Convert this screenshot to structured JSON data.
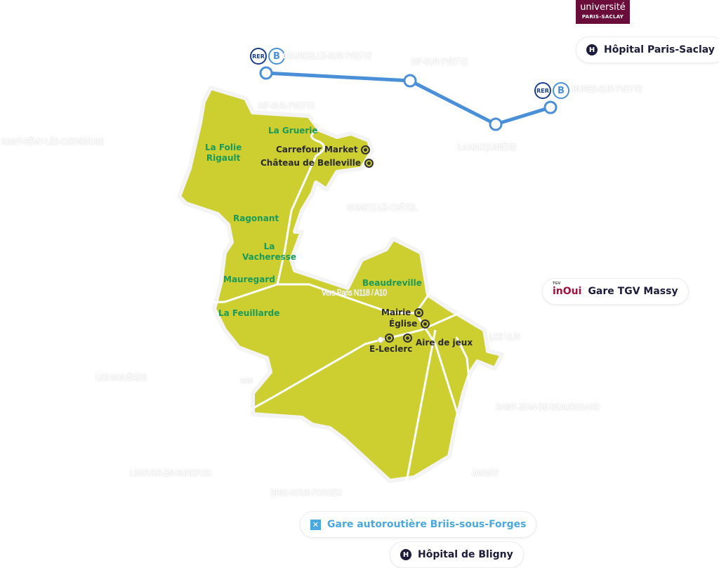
{
  "logo": {
    "line1": "université",
    "line2": "PARIS-SACLAY"
  },
  "rer": {
    "line_badge": "RER",
    "line_letter": "B",
    "color": "#4a90d9"
  },
  "towns": {
    "courcelle": "COURCELLE-SUR-YVETTE",
    "gif_station": "GIF-SUR-YVETTE",
    "bures": "BURES-SUR-YVETTE",
    "hacquiniere": "LA HACQUINIÈRE",
    "gif": "GIF-SUR-YVETTE",
    "saint_remy": "SAINT-RÉMY-LÈS-CHEVREUSE",
    "gometz": "GOMETZ-LE-CHÂTEL",
    "vers_paris": "Vers Paris N118 / A10",
    "les_ulis": "LES ULIS",
    "les_molieres": "LES MOLIÈRES",
    "d988": "D988",
    "saint_jean": "SAINT-JEAN-DE-BEAUREGARD",
    "limours": "LIMOURS-EN-HUREPOIX",
    "janvry": "JANVRY",
    "briis": "BRIIS-SOUS-FORGES"
  },
  "areas": {
    "gruerie": "La Gruerie",
    "folie1": "La Folie",
    "folie2": "Rigault",
    "ragonant": "Ragonant",
    "vacheresse1": "La",
    "vacheresse2": "Vacheresse",
    "mauregard": "Mauregard",
    "feuillarde": "La Feuillarde",
    "beaudreville": "Beaudreville"
  },
  "pois": {
    "carrefour": "Carrefour Market",
    "chateau": "Château de Belleville",
    "mairie": "Mairie",
    "eglise": "Église",
    "aire": "Aire de jeux",
    "leclerc": "E-Leclerc"
  },
  "pills": {
    "hopital_saclay": "Hôpital Paris-Saclay",
    "tgv_brand_small": "TGV",
    "tgv_brand": "inOui",
    "tgv": "Gare TGV Massy",
    "gare_auto": "Gare autoroutière Briis-sous-Forges",
    "hopital_bligny": "Hôpital de Bligny",
    "h_letter": "H"
  },
  "colors": {
    "commune": "#cccf2f",
    "area_label": "#1a9a5a",
    "accent": "#4a90d9",
    "dark": "#1c1c3c"
  }
}
